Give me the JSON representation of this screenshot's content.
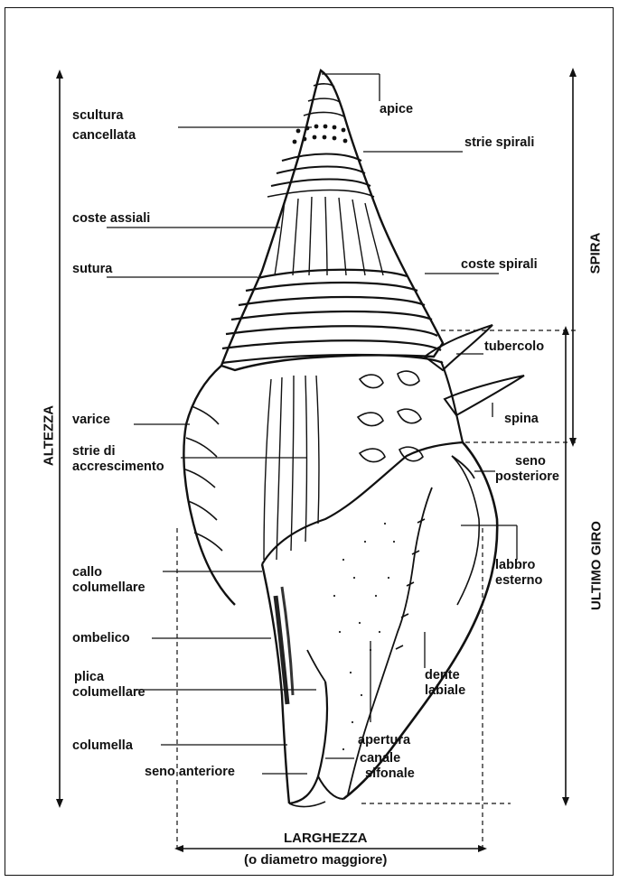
{
  "labels": {
    "apice": "apice",
    "scultura_cancellata": [
      "scultura",
      "cancellata"
    ],
    "strie_spirali": "strie spirali",
    "coste_assiali": "coste assiali",
    "sutura": "sutura",
    "coste_spirali": "coste spirali",
    "tubercolo": "tubercolo",
    "spina": "spina",
    "varice": "varice",
    "strie_di_accrescimento": [
      "strie di",
      "accrescimento"
    ],
    "seno_posteriore": [
      "seno",
      "posteriore"
    ],
    "labbro_esterno": [
      "labbro",
      "esterno"
    ],
    "callo_columellare": [
      "callo",
      "columellare"
    ],
    "ombelico": "ombelico",
    "plica_columellare": [
      "plica",
      "columellare"
    ],
    "dente_labiale": [
      "dente",
      "labiale"
    ],
    "columella": "columella",
    "apertura": "apertura",
    "canale_sifonale": [
      "canale",
      "sifonale"
    ],
    "seno_anteriore": "seno anteriore"
  },
  "dimensions": {
    "altezza": "ALTEZZA",
    "spira": "SPIRA",
    "ultimo_giro": "ULTIMO GIRO",
    "larghezza": "LARGHEZZA",
    "larghezza_note": "(o diametro maggiore)"
  }
}
